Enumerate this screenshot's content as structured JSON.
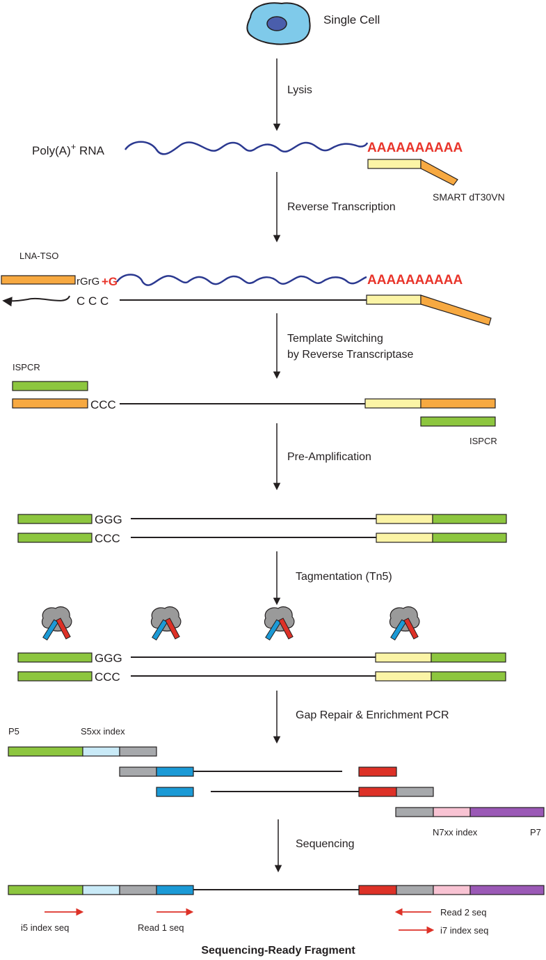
{
  "labels": {
    "single_cell": "Single Cell",
    "lysis": "Lysis",
    "polya_rna": "Poly(A)",
    "polya_sup": "+",
    "polya_rna_suffix": " RNA",
    "polya_tail_1": "AAAAAAAAAA",
    "smart_primer": "SMART dT30VN",
    "reverse_transcription": "Reverse Transcription",
    "lna_tso": "LNA-TSO",
    "rgrg": "rGrG",
    "plus_g": "+G",
    "ccc_spaced": "C C C",
    "polya_tail_2": "AAAAAAAAAA",
    "template_switching_1": "Template Switching",
    "template_switching_2": "by Reverse Transcriptase",
    "ispcr_left": "ISPCR",
    "ccc_1": "CCC",
    "ispcr_right": "ISPCR",
    "pre_amplification": "Pre-Amplification",
    "ggg_1": "GGG",
    "ccc_2": "CCC",
    "tagmentation": "Tagmentation (Tn5)",
    "ggg_2": "GGG",
    "ccc_3": "CCC",
    "gap_repair": "Gap Repair & Enrichment PCR",
    "p5": "P5",
    "s5xx_index": "S5xx index",
    "n7xx_index": "N7xx index",
    "p7": "P7",
    "sequencing": "Sequencing",
    "i5_index_seq": "i5 index seq",
    "read1_seq": "Read 1 seq",
    "read2_seq": "Read 2 seq",
    "i7_index_seq": "i7 index seq",
    "final_title": "Sequencing-Ready Fragment"
  },
  "colors": {
    "ink": "#231f20",
    "rna_blue": "#2b3990",
    "polya_red": "#e8342a",
    "orange": "#f7a941",
    "light_yellow": "#fbf4a6",
    "green": "#8dc63f",
    "light_blue": "#c9eaf7",
    "gray": "#a7a9ac",
    "cyan": "#1b9ad6",
    "red": "#dd3127",
    "pink": "#f8c3d3",
    "purple": "#9b59b6",
    "cell_fill": "#7fcaea",
    "nucleus": "#4a5eac",
    "tn5": "#9a9a9a"
  }
}
